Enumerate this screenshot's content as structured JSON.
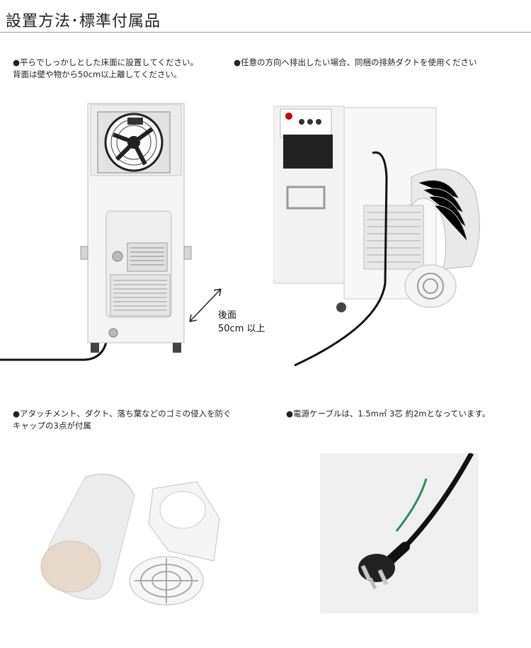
{
  "header": {
    "title": "設置方法･標準付属品"
  },
  "notes": {
    "n1_line1": "●平らでしっかしとした床面に設置してください。",
    "n1_line2": "背面は壁や物から50cm以上離してください。",
    "n2": "●任意の方向へ排出したい場合、同梱の排熱ダクトを使用ください",
    "n3_line1": "●アタッチメント、ダクト、落ち葉などのゴミの侵入を防ぐ",
    "n3_line2": "キャップの3点が付属",
    "n4": "●電源ケーブルは、1.5m㎡ 3芯 約2mとなっています。"
  },
  "rear_label": {
    "line1": "後面",
    "line2": "50cm 以上"
  }
}
